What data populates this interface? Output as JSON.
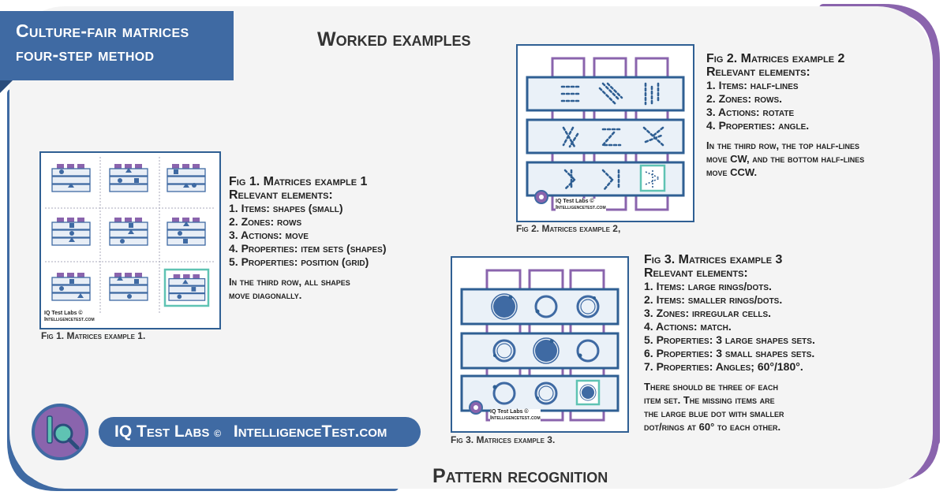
{
  "header": {
    "line1": "Culture-fair matrices",
    "line2": "four-step method"
  },
  "section_title": "Worked examples",
  "footer_title": "Pattern recognition",
  "brand": {
    "name": "IQ Test Labs",
    "copyright": "©",
    "site": "IntelligenceTest.com"
  },
  "watermark": {
    "line1": "IQ Test Labs ©",
    "line2": "Intelligencetest.com"
  },
  "fig1": {
    "title": "Fig 1. Matrices example 1",
    "subtitle": "Relevant elements:",
    "items": [
      "1. Items: shapes (small)",
      "2. Zones: rows",
      "3. Actions: move",
      "4. Properties: item sets (shapes)",
      "5. Properties: position (grid)"
    ],
    "note": [
      "In the third row, all shapes",
      "move diagonally."
    ],
    "caption": "Fig 1. Matrices example 1."
  },
  "fig2": {
    "title": "Fig 2. Matrices example 2",
    "subtitle": "Relevant elements:",
    "items": [
      "1. Items: half-lines",
      "2. Zones: rows.",
      "3. Actions: rotate",
      "4. Properties: angle."
    ],
    "note": [
      "In the third row, the top half-lines",
      "move CW, and the bottom half-lines",
      "move CCW."
    ],
    "caption": "Fig 2. Matrices example 2,"
  },
  "fig3": {
    "title": "Fig 3. Matrices example 3",
    "subtitle": "Relevant elements:",
    "items": [
      "1. Items: large rings/dots.",
      "2. Items: smaller rings/dots.",
      "3. Zones: irregular cells.",
      "4. Actions: match.",
      "5. Properties: 3 large shapes sets.",
      "6. Properties: 3 small shapes sets.",
      "7. Properties: Angles; 60°/180°."
    ],
    "note": [
      "There should be three of each",
      "item set. The missing items are",
      "the large blue dot with smaller",
      "dot/rings at 60° to each other."
    ],
    "caption": "Fig 3. Matrices example 3."
  },
  "colors": {
    "blue": "#3f6aa3",
    "dark_blue": "#2f5f93",
    "purple": "#8a64ad",
    "teal": "#5fc3b3",
    "background": "#f4f4f4"
  },
  "icons": [
    "iq-magnifier-logo-icon"
  ]
}
